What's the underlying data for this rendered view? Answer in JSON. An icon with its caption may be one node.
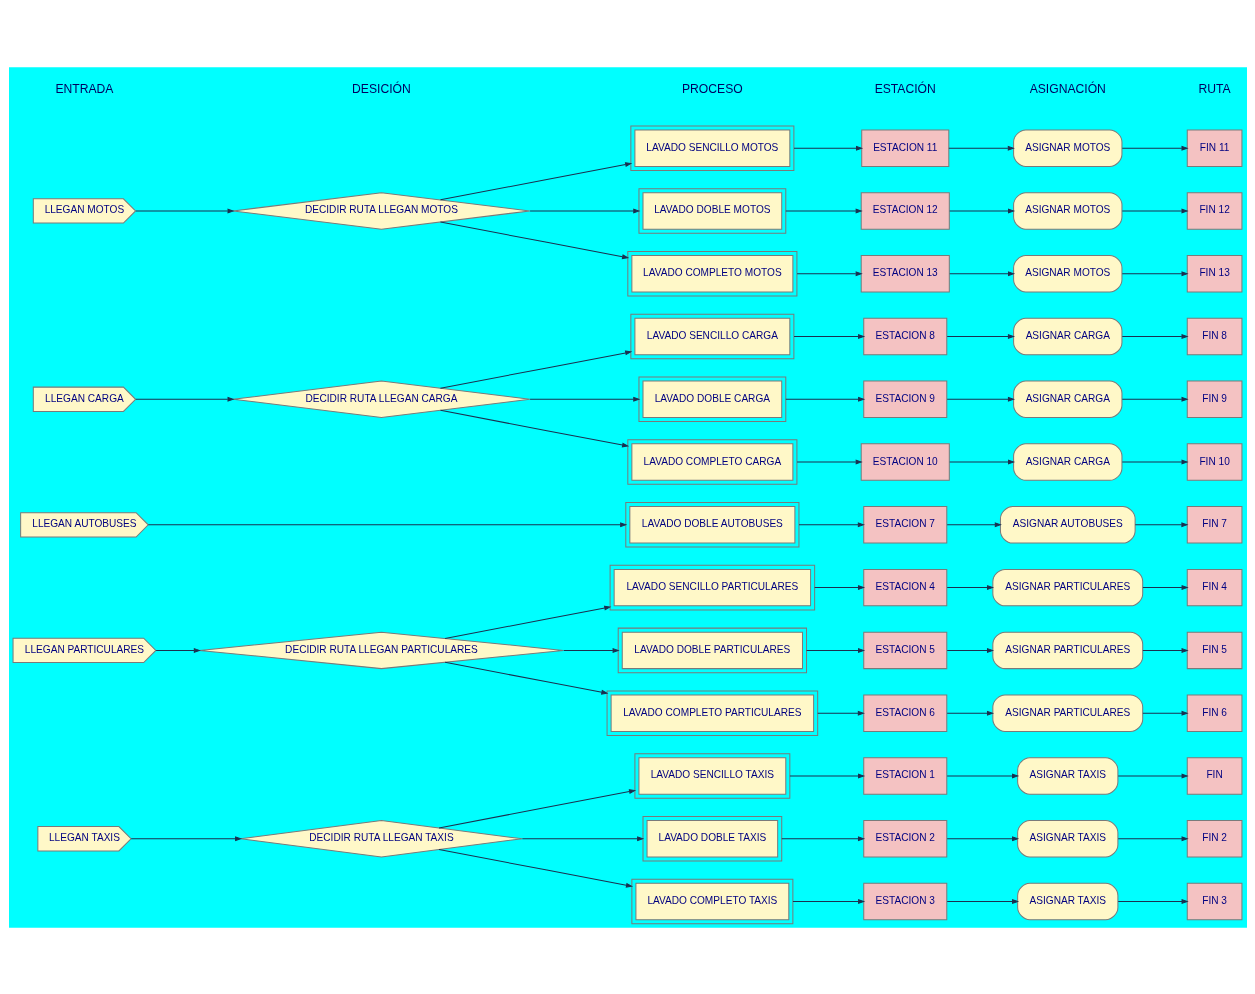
{
  "diagram": {
    "nodes": [
      {
        "text": [
          "LLEGAN TAXIS"
        ]
      },
      {
        "text": [
          "DECIDIR RUTA LLEGAN TAXIS"
        ]
      },
      {
        "text": [
          "LAVADO SENCILLO TAXIS"
        ]
      },
      {
        "text": [
          "LAVADO DOBLE TAXIS"
        ]
      },
      {
        "text": [
          "LAVADO COMPLETO TAXIS"
        ]
      },
      {
        "text": [
          "ESTACION 1"
        ]
      },
      {
        "text": [
          "ESTACION 2"
        ]
      },
      {
        "text": [
          "ESTACION 3"
        ]
      },
      {
        "text": [
          "ASIGNAR TAXIS"
        ]
      },
      {
        "text": [
          "ASIGNAR TAXIS"
        ]
      },
      {
        "text": [
          "ASIGNAR TAXIS"
        ]
      },
      {
        "text": [
          "FIN"
        ]
      },
      {
        "text": [
          "FIN 2"
        ]
      },
      {
        "text": [
          "FIN 3"
        ]
      },
      {
        "text": [
          "LLEGAN PARTICULARES"
        ]
      },
      {
        "text": [
          "DECIDIR RUTA LLEGAN PARTICULARES"
        ]
      },
      {
        "text": [
          "LAVADO SENCILLO PARTICULARES"
        ]
      },
      {
        "text": [
          "LAVADO DOBLE PARTICULARES"
        ]
      },
      {
        "text": [
          "LAVADO COMPLETO PARTICULARES"
        ]
      },
      {
        "text": [
          "ESTACION 4"
        ]
      },
      {
        "text": [
          "ESTACION 5"
        ]
      },
      {
        "text": [
          "ESTACION 6"
        ]
      },
      {
        "text": [
          "ASIGNAR PARTICULARES"
        ]
      },
      {
        "text": [
          "ASIGNAR PARTICULARES"
        ]
      },
      {
        "text": [
          "ASIGNAR PARTICULARES"
        ]
      },
      {
        "text": [
          "FIN 4"
        ]
      },
      {
        "text": [
          "FIN 5"
        ]
      },
      {
        "text": [
          "FIN 6"
        ]
      },
      {
        "text": [
          "LLEGAN AUTOBUSES"
        ]
      },
      {
        "text": [
          "LAVADO DOBLE AUTOBUSES"
        ]
      },
      {
        "text": [
          "ESTACION 7"
        ]
      },
      {
        "text": [
          "ASIGNAR AUTOBUSES"
        ]
      },
      {
        "text": [
          "FIN 7"
        ]
      },
      {
        "text": [
          "LLEGAN CARGA"
        ]
      },
      {
        "text": [
          "DECIDIR RUTA LLEGAN CARGA"
        ]
      },
      {
        "text": [
          "LAVADO SENCILLO CARGA"
        ]
      },
      {
        "text": [
          "LAVADO DOBLE CARGA"
        ]
      },
      {
        "text": [
          "LAVADO COMPLETO CARGA"
        ]
      },
      {
        "text": [
          "ESTACION 8"
        ]
      },
      {
        "text": [
          "ESTACION 9"
        ]
      },
      {
        "text": [
          "ESTACION 10"
        ]
      },
      {
        "text": [
          "ASIGNAR CARGA"
        ]
      },
      {
        "text": [
          "ASIGNAR CARGA"
        ]
      },
      {
        "text": [
          "ASIGNAR CARGA"
        ]
      },
      {
        "text": [
          "FIN 8"
        ]
      },
      {
        "text": [
          "FIN 9"
        ]
      },
      {
        "text": [
          "FIN 10"
        ]
      },
      {
        "text": [
          "LLEGAN MOTOS"
        ]
      },
      {
        "text": [
          "DECIDIR RUTA LLEGAN MOTOS"
        ]
      },
      {
        "text": [
          "LAVADO SENCILLO MOTOS"
        ]
      },
      {
        "text": [
          "LAVADO DOBLE MOTOS"
        ]
      },
      {
        "text": [
          "LAVADO COMPLETO MOTOS"
        ]
      },
      {
        "text": [
          "ESTACION 11"
        ]
      },
      {
        "text": [
          "ESTACION 12"
        ]
      },
      {
        "text": [
          "ESTACION 13"
        ]
      },
      {
        "text": [
          "ASIGNAR MOTOS"
        ]
      },
      {
        "text": [
          "ASIGNAR MOTOS"
        ]
      },
      {
        "text": [
          "ASIGNAR MOTOS"
        ]
      },
      {
        "text": [
          "FIN 11"
        ]
      },
      {
        "text": [
          "FIN 12"
        ]
      },
      {
        "text": [
          "FIN 13"
        ]
      }
    ],
    "edges": [
      {
        "from": 0,
        "to": 1,
        "arrow": "to"
      },
      {
        "from": 1,
        "to": 2,
        "arrow": "to"
      },
      {
        "from": 1,
        "to": 3,
        "arrow": "to"
      },
      {
        "from": 1,
        "to": 4,
        "arrow": "to"
      },
      {
        "from": 2,
        "to": 5,
        "arrow": "to"
      },
      {
        "from": 3,
        "to": 6,
        "arrow": "to"
      },
      {
        "from": 4,
        "to": 7,
        "arrow": "to"
      },
      {
        "from": 5,
        "to": 8,
        "arrow": "to"
      },
      {
        "from": 6,
        "to": 9,
        "arrow": "to"
      },
      {
        "from": 7,
        "to": 10,
        "arrow": "to"
      },
      {
        "from": 8,
        "to": 11,
        "arrow": "to"
      },
      {
        "from": 9,
        "to": 12,
        "arrow": "to"
      },
      {
        "from": 10,
        "to": 13,
        "arrow": "to"
      },
      {
        "from": 14,
        "to": 15,
        "arrow": "to"
      },
      {
        "from": 15,
        "to": 16,
        "arrow": "to"
      },
      {
        "from": 15,
        "to": 17,
        "arrow": "to"
      },
      {
        "from": 15,
        "to": 18,
        "arrow": "to"
      },
      {
        "from": 16,
        "to": 19,
        "arrow": "to"
      },
      {
        "from": 17,
        "to": 20,
        "arrow": "to"
      },
      {
        "from": 18,
        "to": 21,
        "arrow": "to"
      },
      {
        "from": 19,
        "to": 22,
        "arrow": "to"
      },
      {
        "from": 20,
        "to": 23,
        "arrow": "to"
      },
      {
        "from": 21,
        "to": 24,
        "arrow": "to"
      },
      {
        "from": 22,
        "to": 25,
        "arrow": "to"
      },
      {
        "from": 23,
        "to": 26,
        "arrow": "to"
      },
      {
        "from": 24,
        "to": 27,
        "arrow": "to"
      },
      {
        "from": 28,
        "to": 29,
        "arrow": "to"
      },
      {
        "from": 29,
        "to": 30,
        "arrow": "to"
      },
      {
        "from": 30,
        "to": 31,
        "arrow": "to"
      },
      {
        "from": 31,
        "to": 32,
        "arrow": "to"
      },
      {
        "from": 33,
        "to": 34,
        "arrow": "to"
      },
      {
        "from": 34,
        "to": 35,
        "arrow": "to"
      },
      {
        "from": 34,
        "to": 36,
        "arrow": "to"
      },
      {
        "from": 34,
        "to": 37,
        "arrow": "to"
      },
      {
        "from": 35,
        "to": 38,
        "arrow": "to"
      },
      {
        "from": 36,
        "to": 39,
        "arrow": "to"
      },
      {
        "from": 37,
        "to": 40,
        "arrow": "to"
      },
      {
        "from": 38,
        "to": 41,
        "arrow": "to"
      },
      {
        "from": 39,
        "to": 42,
        "arrow": "to"
      },
      {
        "from": 40,
        "to": 43,
        "arrow": "to"
      },
      {
        "from": 41,
        "to": 44,
        "arrow": "to"
      },
      {
        "from": 42,
        "to": 45,
        "arrow": "to"
      },
      {
        "from": 43,
        "to": 46,
        "arrow": "to"
      },
      {
        "from": 47,
        "to": 48,
        "arrow": "to"
      },
      {
        "from": 48,
        "to": 49,
        "arrow": "to"
      },
      {
        "from": 48,
        "to": 50,
        "arrow": "to"
      },
      {
        "from": 48,
        "to": 51,
        "arrow": "to"
      },
      {
        "from": 49,
        "to": 52,
        "arrow": "to"
      },
      {
        "from": 50,
        "to": 53,
        "arrow": "to"
      },
      {
        "from": 51,
        "to": 54,
        "arrow": "to"
      },
      {
        "from": 52,
        "to": 55,
        "arrow": "to"
      },
      {
        "from": 53,
        "to": 56,
        "arrow": "to"
      },
      {
        "from": 54,
        "to": 57,
        "arrow": "to"
      },
      {
        "from": 55,
        "to": 58,
        "arrow": "to"
      },
      {
        "from": 56,
        "to": 59,
        "arrow": "to"
      },
      {
        "from": 57,
        "to": 60,
        "arrow": "to"
      }
    ],
    "labels": [
      "ENTRADA",
      "DESICIÓN",
      "PROCESO",
      "ESTACIÓN",
      "ASIGNACIÓN",
      "RUTA"
    ]
  }
}
